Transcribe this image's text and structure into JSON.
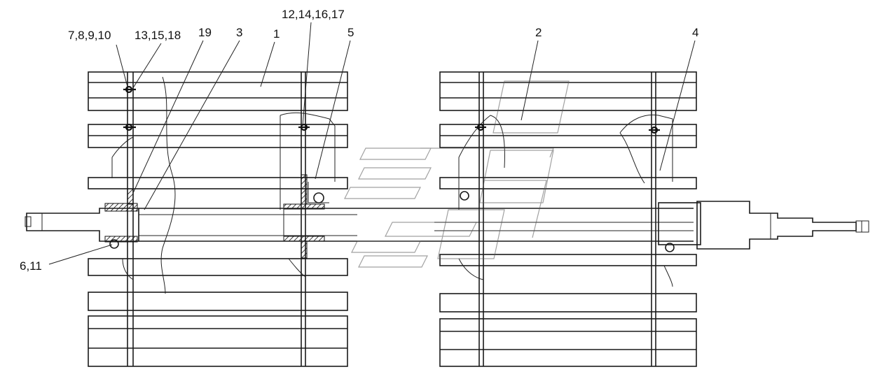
{
  "labels": {
    "l1": "1",
    "l2": "2",
    "l3": "3",
    "l4": "4",
    "l5": "5",
    "l6": "6,11",
    "l7": "7,8,9,10",
    "l12": "12,14,16,17",
    "l13": "13,15,18",
    "l19": "19"
  }
}
